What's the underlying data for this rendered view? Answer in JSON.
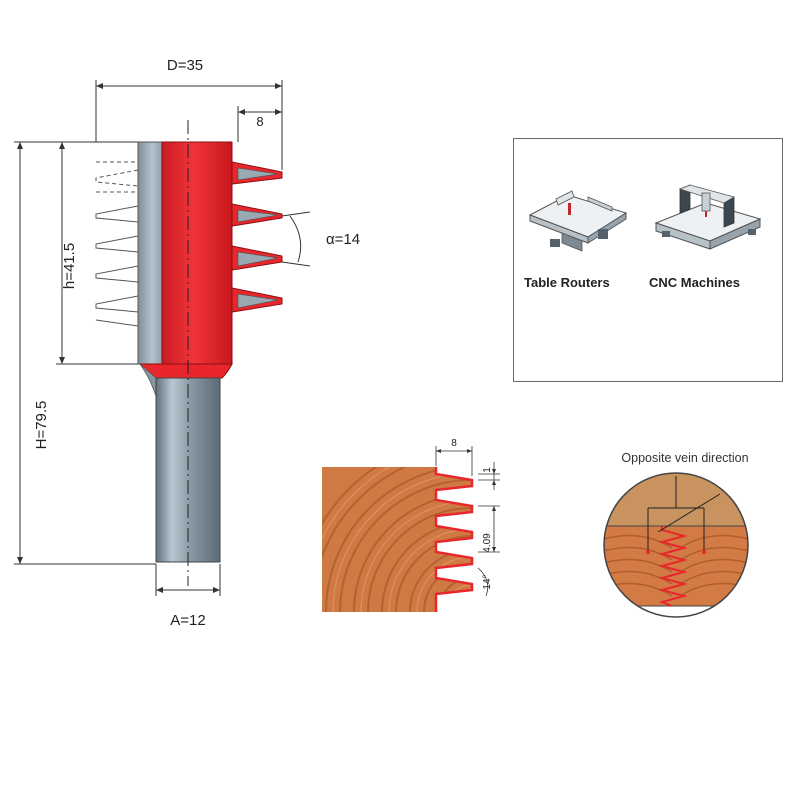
{
  "diagram": {
    "dimensions": {
      "D": "D=35",
      "tooth_width": "8",
      "alpha": "α=14",
      "h": "h=41.5",
      "H": "H=79.5",
      "A": "A=12"
    },
    "applications": [
      {
        "label": "Table Routers",
        "icon": "table-router-icon"
      },
      {
        "label": "CNC Machines",
        "icon": "cnc-machine-icon"
      }
    ],
    "joint_detail": {
      "width": "8",
      "gap": "1",
      "pitch": "4.09",
      "angle": "14°"
    },
    "vein": {
      "title": "Opposite vein direction"
    },
    "colors": {
      "cutter_red": "#e8262b",
      "shank_grey": "#8a9aa6",
      "wood": "#d07a43",
      "dimension_line": "#333333"
    }
  }
}
